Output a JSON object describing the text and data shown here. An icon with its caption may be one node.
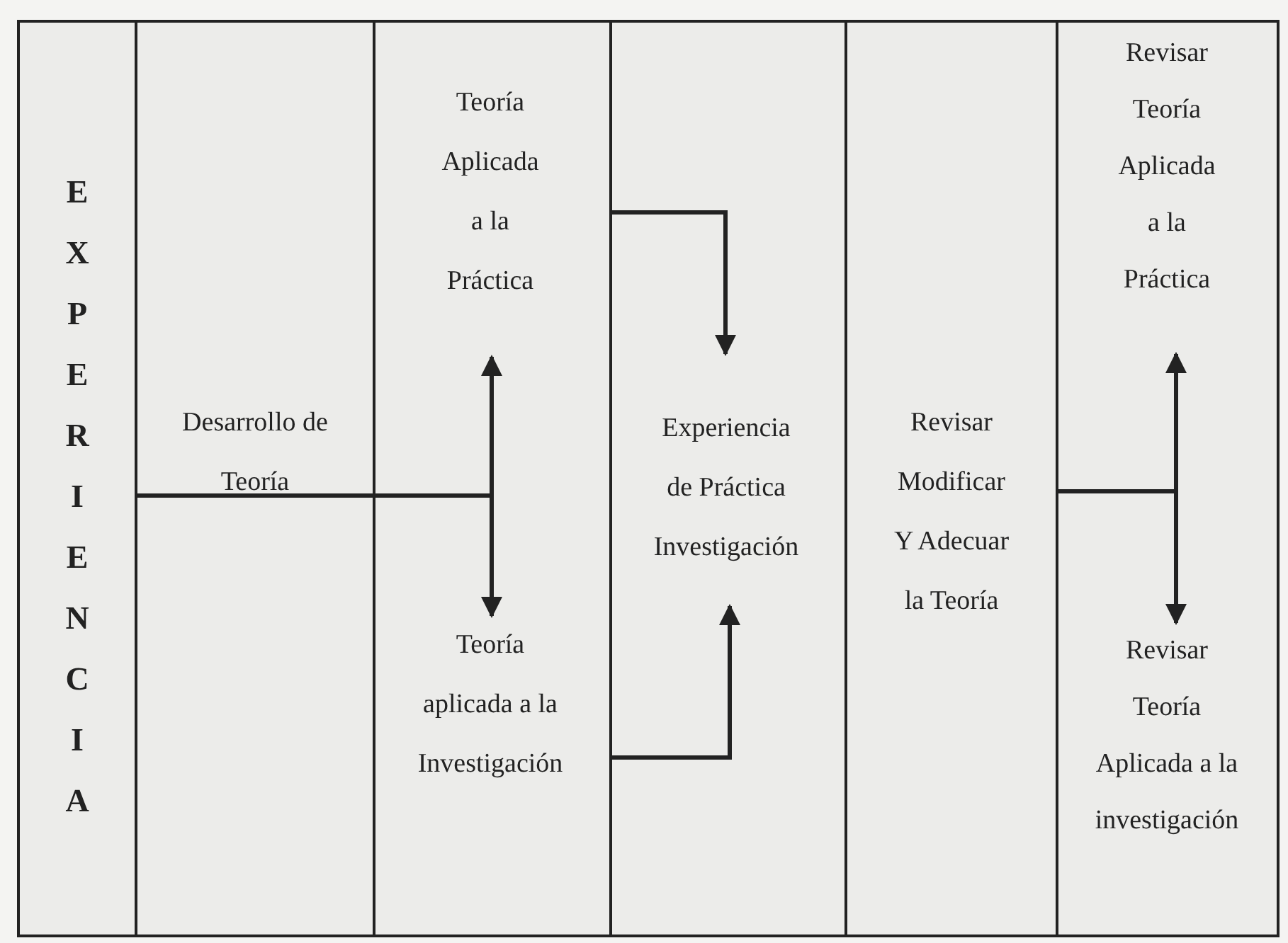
{
  "diagram": {
    "nodes": [
      {
        "text": [
          "EXPERIENCIA"
        ]
      },
      {
        "text": [
          "Desarrollo de Teoría"
        ]
      },
      {
        "text": [],
        "shape": "box"
      },
      {
        "text": [
          "Teoría Aplicada a la Práctica"
        ],
        "in": 2
      },
      {
        "text": [
          "Teoría aplicada a la Investigación"
        ],
        "in": 2
      },
      {
        "text": [],
        "shape": "box"
      },
      {
        "text": [
          "Experiencia de Práctica Investigación"
        ],
        "in": 5
      },
      {
        "text": [
          "Revisar Modificar Y Adecuar la Teoría"
        ]
      },
      {
        "text": [],
        "shape": "box"
      },
      {
        "text": [
          "Revisar Teoría Aplicada a la Práctica"
        ],
        "in": 8
      },
      {
        "text": [
          "Revisar Teoría Aplicada a la investigación"
        ],
        "in": 8
      }
    ],
    "edges": [
      {
        "from": 1,
        "to": 3,
        "arrow": "to"
      },
      {
        "from": 1,
        "to": 4,
        "arrow": "to"
      },
      {
        "from": 3,
        "to": 6,
        "arrow": "to"
      },
      {
        "from": 4,
        "to": 6,
        "arrow": "to"
      },
      {
        "from": 7,
        "to": 9,
        "arrow": "to"
      },
      {
        "from": 7,
        "to": 10,
        "arrow": "to"
      }
    ]
  }
}
